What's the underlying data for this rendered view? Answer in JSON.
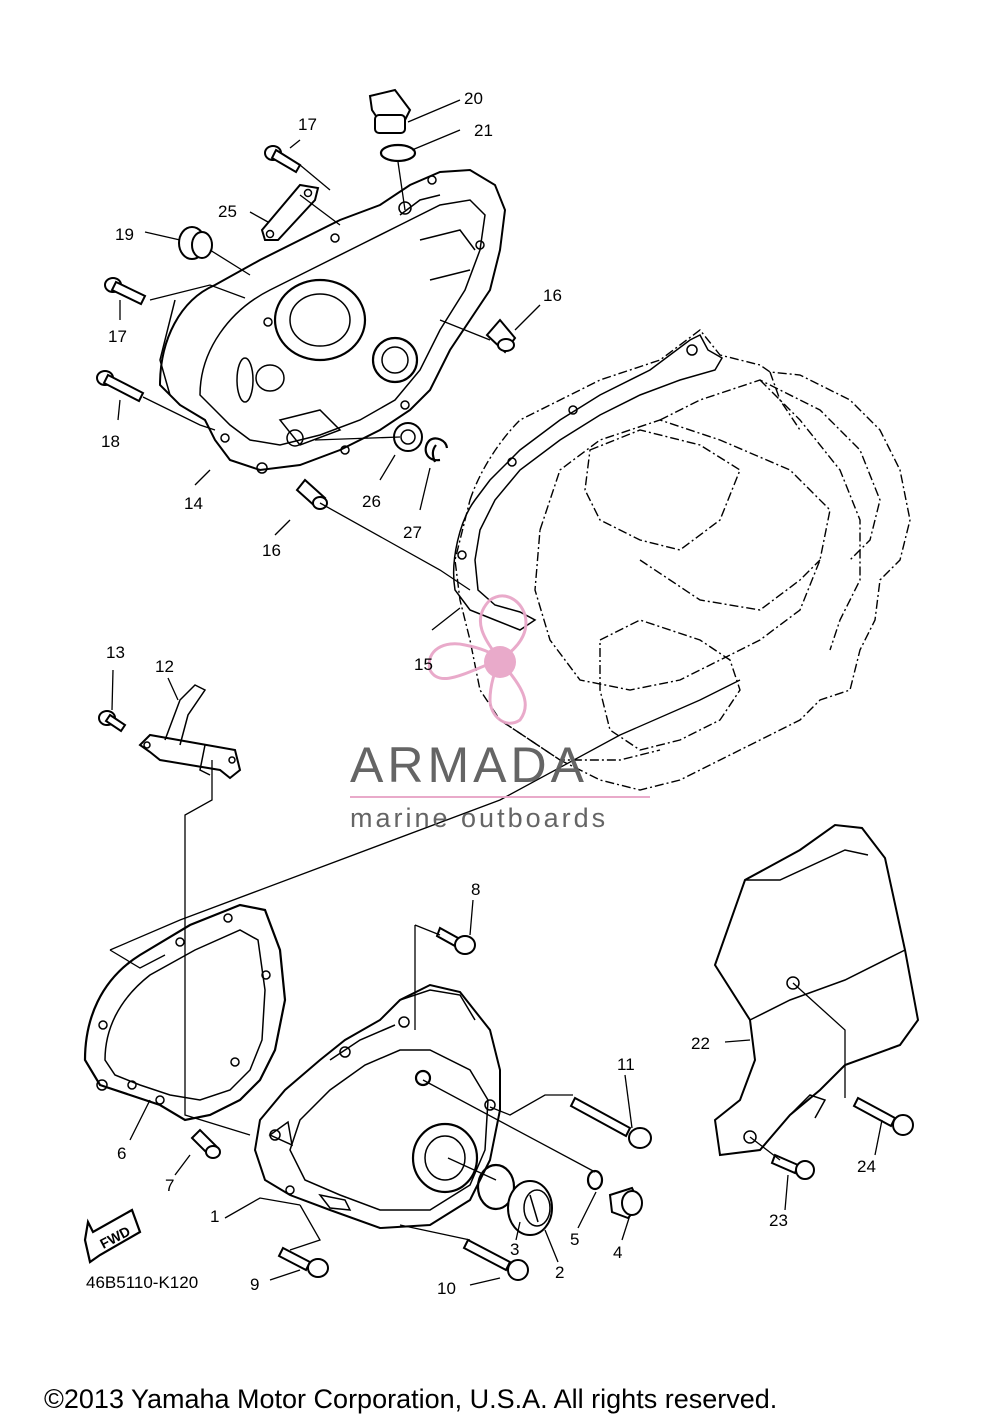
{
  "diagram": {
    "reference_code": "46B5110-K120",
    "fwd_label": "FWD",
    "copyright": "©2013 Yamaha Motor Corporation, U.S.A. All rights reserved.",
    "watermark": {
      "brand": "ARMADA",
      "tagline": "marine outboards",
      "accent_color": "#e8a6c8",
      "text_color": "#5d5d5d"
    },
    "callouts": [
      "1",
      "2",
      "3",
      "4",
      "5",
      "6",
      "7",
      "8",
      "9",
      "10",
      "11",
      "12",
      "13",
      "14",
      "15",
      "16",
      "16",
      "17",
      "17",
      "18",
      "19",
      "20",
      "21",
      "22",
      "23",
      "24",
      "25",
      "26",
      "27"
    ]
  }
}
